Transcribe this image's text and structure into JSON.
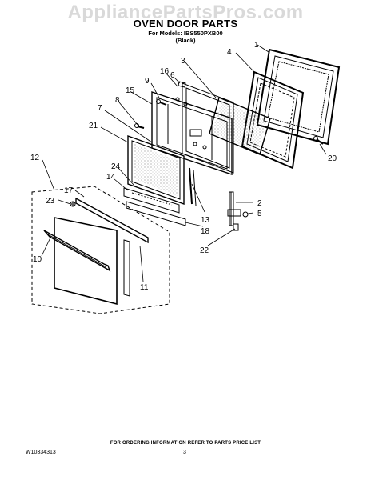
{
  "watermark": "AppliancePartsPros.com",
  "header": {
    "title": "OVEN DOOR PARTS",
    "models": "For Models: IBS550PXB00",
    "color": "(Black)"
  },
  "callouts": {
    "c1": "1",
    "c2": "2",
    "c3": "3",
    "c4": "4",
    "c5": "5",
    "c6": "6",
    "c7": "7",
    "c8": "8",
    "c9": "9",
    "c10": "10",
    "c11": "11",
    "c12": "12",
    "c13": "13",
    "c14": "14",
    "c15": "15",
    "c16": "16",
    "c17": "17",
    "c18": "18",
    "c20": "20",
    "c21": "21",
    "c22": "22",
    "c23": "23",
    "c24": "24"
  },
  "footer": {
    "ordering_note": "FOR ORDERING INFORMATION REFER TO PARTS PRICE LIST",
    "doc_number": "W10334313",
    "page_number": "3"
  }
}
